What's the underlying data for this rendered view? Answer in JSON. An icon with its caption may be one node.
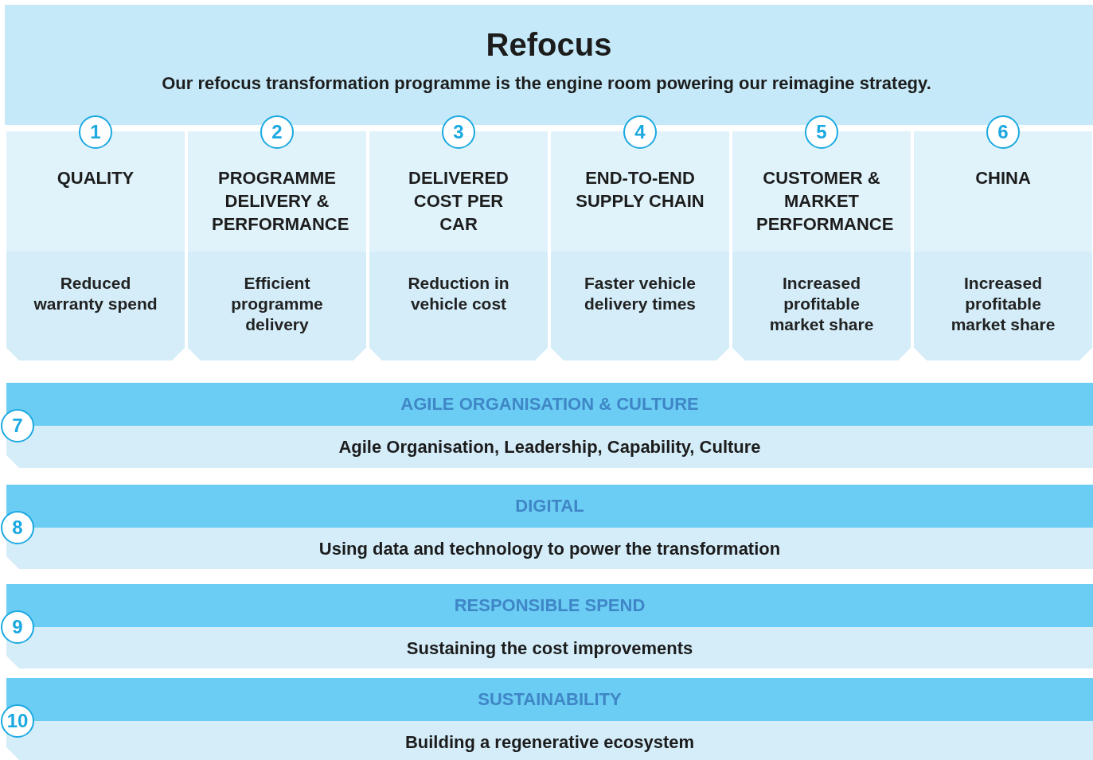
{
  "diagram": {
    "title": "Refocus",
    "nodes": [
      {
        "text": [
          "Our refocus transformation programme is the engine room powering our reimagine strategy."
        ]
      },
      {
        "text": [
          "1"
        ]
      },
      {
        "text": [
          "QUALITY",
          "Reduced warranty spend"
        ]
      },
      {
        "text": [
          "2"
        ]
      },
      {
        "text": [
          "PROGRAMME DELIVERY & PERFORMANCE",
          "Efficient programme delivery"
        ]
      },
      {
        "text": [
          "3"
        ]
      },
      {
        "text": [
          "DELIVERED COST PER CAR",
          "Reduction in vehicle cost"
        ]
      },
      {
        "text": [
          "4"
        ]
      },
      {
        "text": [
          "END-TO-END SUPPLY CHAIN",
          "Faster vehicle delivery times"
        ]
      },
      {
        "text": [
          "5"
        ]
      },
      {
        "text": [
          "CUSTOMER & MARKET PERFORMANCE",
          "Increased profitable market share"
        ]
      },
      {
        "text": [
          "6"
        ]
      },
      {
        "text": [
          "CHINA",
          "Increased profitable market share"
        ]
      },
      {
        "text": [
          "7"
        ]
      },
      {
        "text": [
          "AGILE ORGANISATION & CULTURE",
          "Agile Organisation, Leadership, Capability, Culture"
        ]
      },
      {
        "text": [
          "8"
        ]
      },
      {
        "text": [
          "DIGITAL",
          "Using data and technology to power the transformation"
        ]
      },
      {
        "text": [
          "9"
        ]
      },
      {
        "text": [
          "RESPONSIBLE SPEND",
          "Sustaining the cost improvements"
        ]
      },
      {
        "text": [
          "10"
        ]
      },
      {
        "text": [
          "SUSTAINABILITY",
          "Building a regenerative ecosystem"
        ]
      }
    ]
  }
}
